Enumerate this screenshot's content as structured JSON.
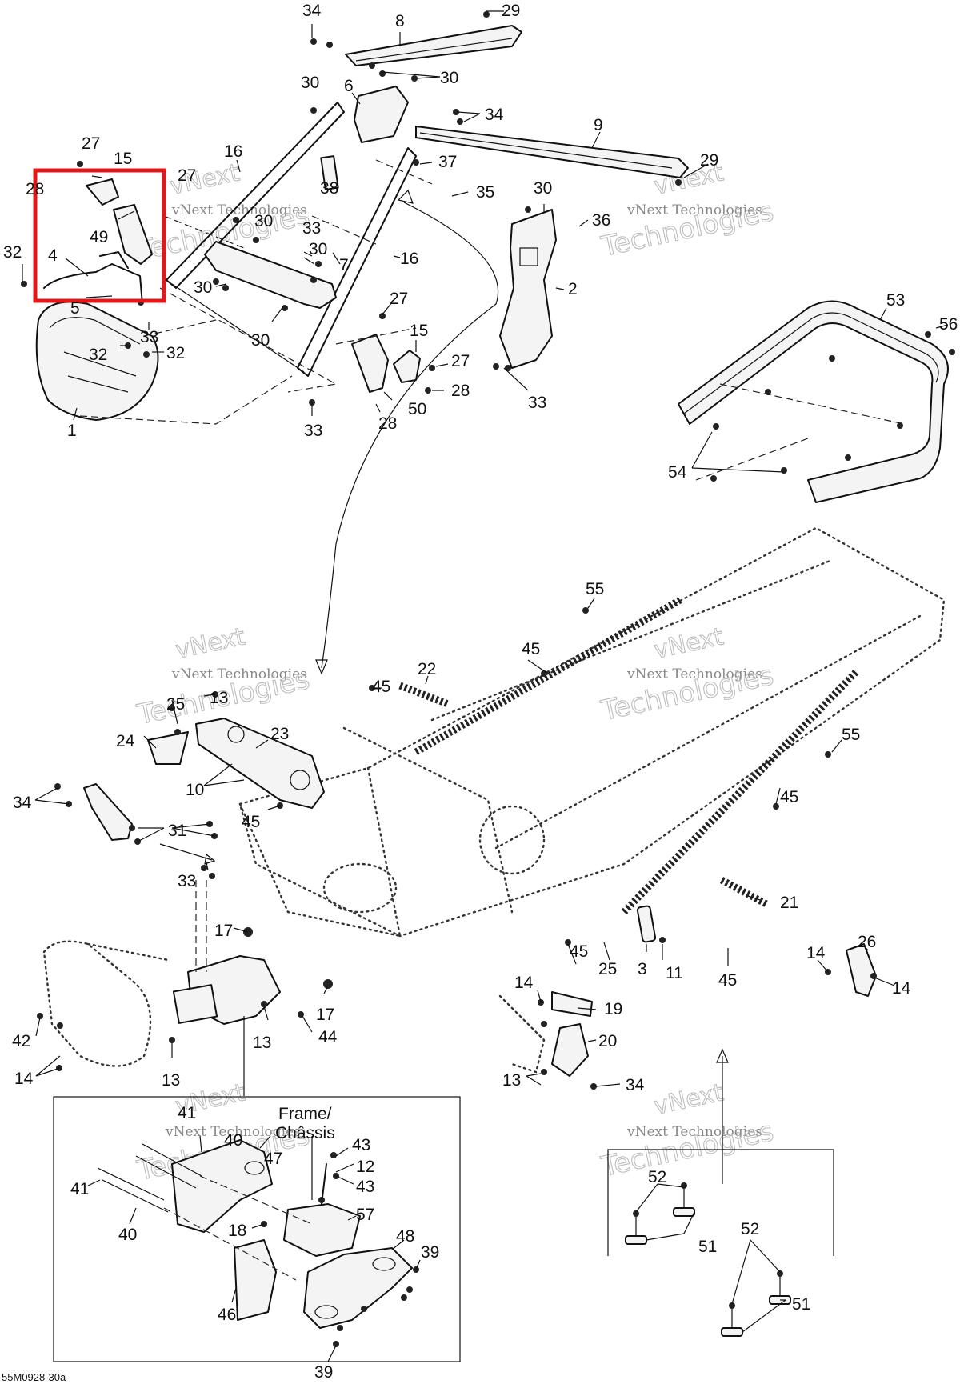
{
  "diagram": {
    "drawing_code": "55M0928-30a",
    "inset_caption_line1": "Frame/",
    "inset_caption_line2": "Châssis",
    "highlight_color": "#e01818",
    "watermark": {
      "brand": "vNext",
      "line1": "vNext Technologies",
      "line2": "Technologies"
    },
    "callouts": [
      "1",
      "2",
      "3",
      "4",
      "5",
      "6",
      "7",
      "8",
      "9",
      "10",
      "11",
      "12",
      "13",
      "14",
      "15",
      "16",
      "17",
      "18",
      "19",
      "20",
      "21",
      "22",
      "23",
      "24",
      "25",
      "26",
      "27",
      "28",
      "29",
      "30",
      "31",
      "32",
      "33",
      "34",
      "35",
      "36",
      "37",
      "38",
      "39",
      "40",
      "41",
      "42",
      "43",
      "44",
      "45",
      "46",
      "47",
      "48",
      "49",
      "50",
      "51",
      "52",
      "53",
      "54",
      "55",
      "56",
      "57"
    ]
  }
}
